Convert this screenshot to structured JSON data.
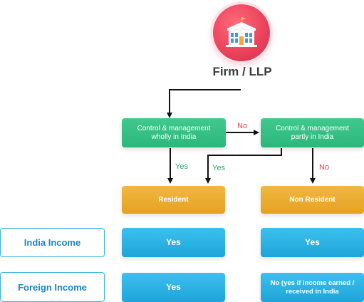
{
  "title": "Firm / LLP",
  "icon": "government-building-icon",
  "nodes": {
    "wholly": "Control & management wholly in India",
    "partly": "Control & management partly in India",
    "resident": "Resident",
    "non_resident": "Non Resident"
  },
  "edge_labels": {
    "no": "No",
    "yes_left": "Yes",
    "yes_diag": "Yes",
    "no_right": "No"
  },
  "rows": {
    "india_income": {
      "label": "India Income",
      "resident": "Yes",
      "non_resident": "Yes"
    },
    "foreign_income": {
      "label": "Foreign Income",
      "resident": "Yes",
      "non_resident": "No (yes if income earned / received in India"
    }
  },
  "colors": {
    "green": "#2bb77b",
    "orange": "#e4a21f",
    "blue": "#1fa4d9",
    "red_circle": "#e9415a",
    "no_label": "#e5434b",
    "yes_label": "#2aab6f"
  }
}
